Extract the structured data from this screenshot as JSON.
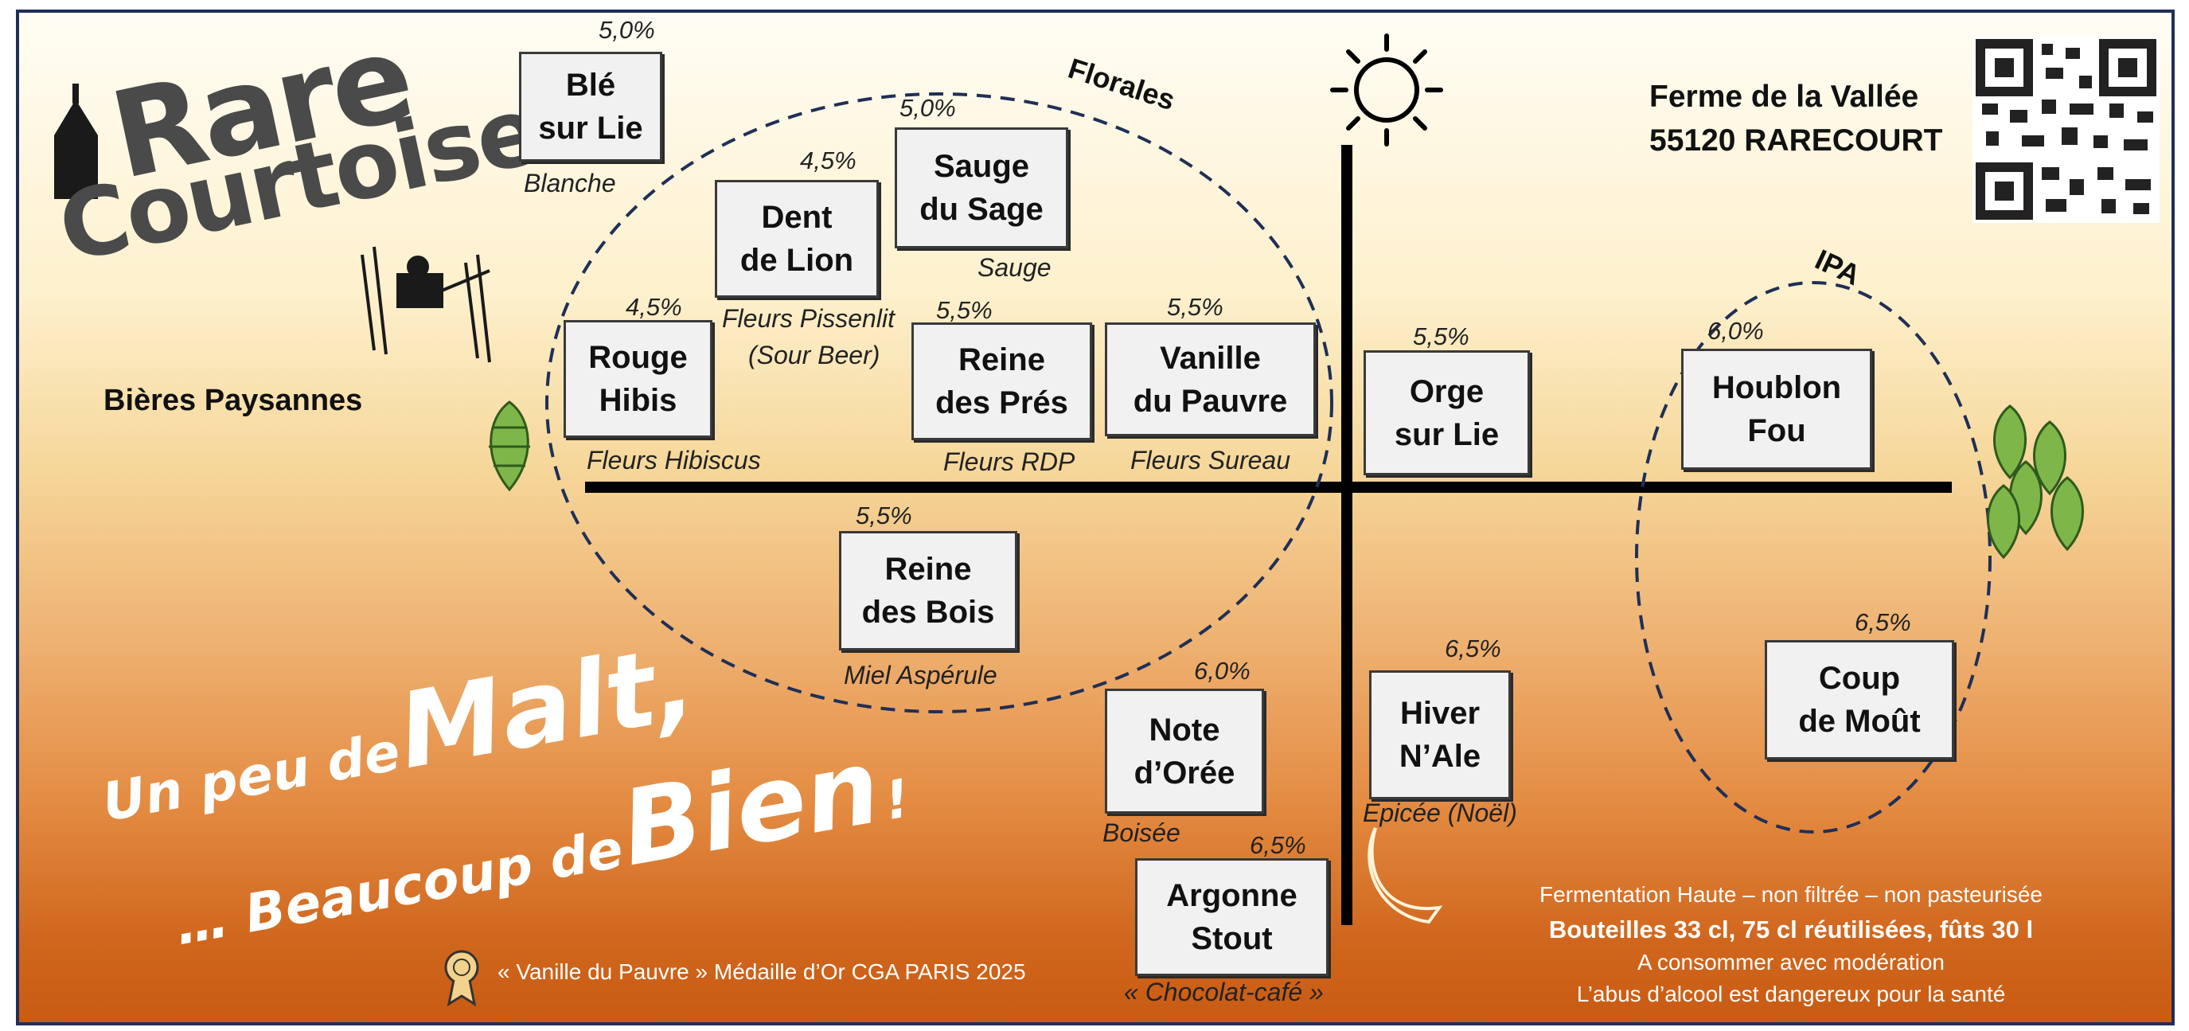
{
  "brand": {
    "name_line1": "Rare",
    "name_line2": "Courtoise",
    "tagline": "Bières Paysannes"
  },
  "address": {
    "line1": "Ferme de la Vallée",
    "line2": "55120 RARECOURT"
  },
  "zones": {
    "florales": "Florales",
    "ipa": "IPA"
  },
  "beers": [
    {
      "key": "ble",
      "line1": "Blé",
      "line2": "sur Lie",
      "abv": "5,0%",
      "note": "Blanche"
    },
    {
      "key": "sauge",
      "line1": "Sauge",
      "line2": "du Sage",
      "abv": "5,0%",
      "note": "Sauge"
    },
    {
      "key": "dent",
      "line1": "Dent",
      "line2": "de Lion",
      "abv": "4,5%",
      "note": "Fleurs Pissenlit",
      "note2": "(Sour Beer)"
    },
    {
      "key": "rouge",
      "line1": "Rouge",
      "line2": "Hibis",
      "abv": "4,5%",
      "note": "Fleurs Hibiscus"
    },
    {
      "key": "reinepres",
      "line1": "Reine",
      "line2": "des Prés",
      "abv": "5,5%",
      "note": "Fleurs RDP"
    },
    {
      "key": "vanille",
      "line1": "Vanille",
      "line2": "du Pauvre",
      "abv": "5,5%",
      "note": "Fleurs Sureau"
    },
    {
      "key": "orge",
      "line1": "Orge",
      "line2": "sur Lie",
      "abv": "5,5%",
      "note": ""
    },
    {
      "key": "houblon",
      "line1": "Houblon",
      "line2": "Fou",
      "abv": "6,0%",
      "note": ""
    },
    {
      "key": "reinebois",
      "line1": "Reine",
      "line2": "des Bois",
      "abv": "5,5%",
      "note": "Miel Aspérule"
    },
    {
      "key": "hiver",
      "line1": "Hiver",
      "line2": "N’Ale",
      "abv": "6,5%",
      "note": "Epicée (Noël)"
    },
    {
      "key": "coup",
      "line1": "Coup",
      "line2": "de Moût",
      "abv": "6,5%",
      "note": ""
    },
    {
      "key": "noteoree",
      "line1": "Note",
      "line2": "d’Orée",
      "abv": "6,0%",
      "note": "Boisée"
    },
    {
      "key": "argonne",
      "line1": "Argonne",
      "line2": "Stout",
      "abv": "6,5%",
      "note": "« Chocolat-café »"
    }
  ],
  "slogan": {
    "part1_small": "Un peu de",
    "part1_big": "Malt,",
    "part2_small": "… Beaucoup de",
    "part2_big": "Bien",
    "part2_end": "!"
  },
  "medal_text": "« Vanille du Pauvre » Médaille d’Or CGA PARIS 2025",
  "info": {
    "line1": "Fermentation Haute – non filtrée – non pasteurisée",
    "line2": "Bouteilles 33 cl, 75 cl réutilisées, fûts 30 l",
    "line3": "A consommer avec modération",
    "line4": "L’abus d’alcool est dangereux pour la santé"
  },
  "icons": [
    "church-icon",
    "farmer-icon",
    "sun-icon",
    "moon-icon",
    "hop-icon",
    "medal-icon",
    "qr-code-icon"
  ],
  "colors": {
    "border": "#1f2f57",
    "card": "#f1f1f1",
    "logo_gray": "#4a4a4a",
    "slogan": "#ffffff"
  }
}
